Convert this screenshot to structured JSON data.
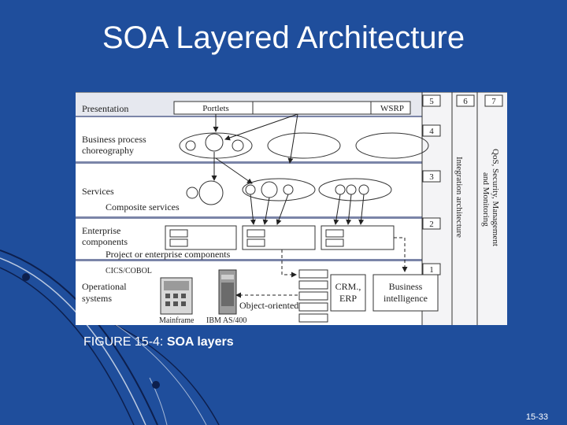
{
  "slide": {
    "title": "SOA Layered Architecture",
    "caption_prefix": "FIGURE 15-4: ",
    "caption_bold": "SOA layers",
    "page_number": "15-33"
  },
  "diagram": {
    "layers": [
      {
        "number": "5",
        "label": "Presentation"
      },
      {
        "number": "4",
        "label": "Business process choreography"
      },
      {
        "number": "3",
        "label": "Services"
      },
      {
        "number": "2",
        "label": "Enterprise components"
      },
      {
        "number": "1",
        "label": "Operational systems"
      }
    ],
    "column_6_number": "6",
    "column_7_number": "7",
    "presentation_portlets": "Portlets",
    "presentation_wsrp": "WSRP",
    "business_process_line1": "Business process",
    "business_process_line2": "choreography",
    "services_label": "Services",
    "composite_services_label": "Composite services",
    "enterprise_line1": "Enterprise",
    "enterprise_line2": "components",
    "project_components_label": "Project or enterprise components",
    "operational_line1": "Operational",
    "operational_line2": "systems",
    "cics_cobol": "CICS/COBOL",
    "mainframe": "Mainframe",
    "ibm_as400": "IBM AS/400",
    "object_oriented": "Object-oriented",
    "crm_line1": "CRM.,",
    "crm_line2": "ERP",
    "bi_line1": "Business",
    "bi_line2": "intelligence",
    "integration_label": "Integration architecture",
    "qos_line1": "QoS, Security, Management",
    "qos_line2": "and Monitoring"
  },
  "colors": {
    "background": "#1f4e9c",
    "text": "#ffffff",
    "diagram_bg": "#ffffff",
    "diagram_line": "#333333",
    "layer_separator": "#6f7da6"
  }
}
